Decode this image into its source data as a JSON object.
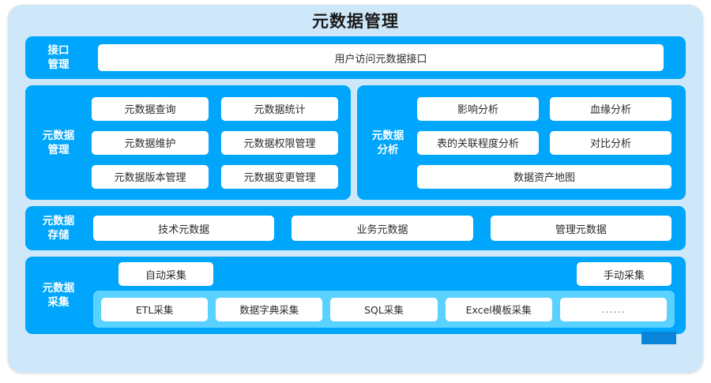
{
  "title": "元数据管理",
  "colors": {
    "outer_background": "#cfe8f9",
    "panel_blue": "#00A6FB",
    "sub_panel_blue": "#5AD2FF",
    "chip_white": "#ffffff",
    "title_text": "#1a1a1a",
    "label_text": "#ffffff"
  },
  "rows": {
    "interface": {
      "label": "接口\n管理",
      "items": [
        {
          "label": "用户访问元数据接口"
        }
      ]
    },
    "management": {
      "label": "元数据\n管理",
      "items": [
        {
          "label": "元数据查询"
        },
        {
          "label": "元数据统计"
        },
        {
          "label": "元数据维护"
        },
        {
          "label": "元数据权限管理"
        },
        {
          "label": "元数据版本管理"
        },
        {
          "label": "元数据变更管理"
        }
      ]
    },
    "analysis": {
      "label": "元数据\n分析",
      "items": [
        {
          "label": "影响分析"
        },
        {
          "label": "血缘分析"
        },
        {
          "label": "表的关联程度分析"
        },
        {
          "label": "对比分析"
        },
        {
          "label": "数据资产地图"
        }
      ]
    },
    "storage": {
      "label": "元数据\n存储",
      "items": [
        {
          "label": "技术元数据"
        },
        {
          "label": "业务元数据"
        },
        {
          "label": "管理元数据"
        }
      ]
    },
    "collection": {
      "label": "元数据\n采集",
      "modes": [
        {
          "label": "自动采集"
        },
        {
          "label": "手动采集"
        }
      ],
      "sources": [
        {
          "label": "ETL采集"
        },
        {
          "label": "数据字典采集"
        },
        {
          "label": "SQL采集"
        },
        {
          "label": "Excel模板采集"
        },
        {
          "label": "......"
        }
      ]
    }
  },
  "watermark": ""
}
